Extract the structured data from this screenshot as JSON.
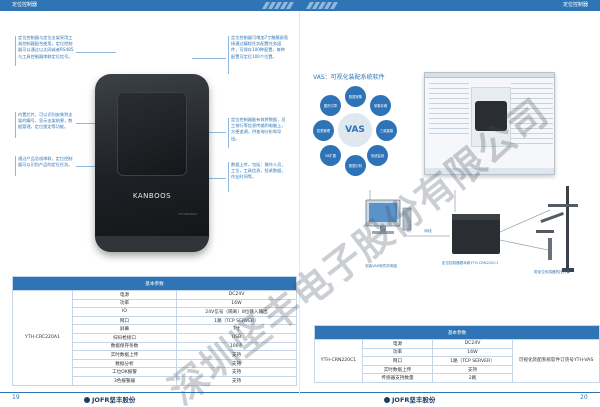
{
  "left_page": {
    "header_title": "定位控制器",
    "annotations": {
      "top_left": "定位控制器与定位支架采用工具控制器配合使用，定位控制器可以通过以太网或者RS485与工具控制器串联定位信号。",
      "middle_left": "内置芯片，可以识别安装到支架的编号，显示支架结果，数据管理，定位锁定等功能。",
      "bottom_left": "通过产品总线串联，定位控制器可以识别产品的定位任务。",
      "top_right": "定位控制器可增加7寸触摸屏直接通过编程任务配置任务组件，可保存100种配置，每种配置可定位100个位置。",
      "middle_right": "定位控制器能有效将数据，员工排行等信息传输到电脑上，方便追溯，供查询分析和导出。",
      "bottom_right": "数据上传，包括：操作人员，工位，工具信息，扭紧数据，作业时间等。"
    },
    "device": {
      "brand": "KANBOOS",
      "model_plate": "YTH-CRC220A1"
    },
    "table": {
      "header": "基本参数",
      "model": "YTH-CRC220A1",
      "rows": [
        {
          "name": "电源",
          "value": "DC24V"
        },
        {
          "name": "功率",
          "value": "16W"
        },
        {
          "name": "IO",
          "value": "24V信号（隔离）8位输入输出"
        },
        {
          "name": "网口",
          "value": "1路（TCP SERVER）"
        },
        {
          "name": "屏幕",
          "value": "7寸"
        },
        {
          "name": "扫码枪接口",
          "value": "USB"
        },
        {
          "name": "数据保存条数",
          "value": "100条"
        },
        {
          "name": "实时数据上传",
          "value": "支持"
        },
        {
          "name": "数据分析",
          "value": "支持"
        },
        {
          "name": "工位OK报警",
          "value": "支持"
        },
        {
          "name": "3色报警器",
          "value": "支持"
        }
      ]
    },
    "page_number": "19",
    "footer_logo": "JOFR坚丰股份"
  },
  "right_page": {
    "header_title": "定位控制器",
    "vas_title": "VAS：可视化装配系统软件",
    "hub": {
      "center": "VAS",
      "nodes": [
        "数据采集",
        "采集存储",
        "三维建模",
        "系统监测",
        "数据分析",
        "V8扩展",
        "权限管理",
        "图形引导"
      ]
    },
    "captions": {
      "pc": "安装VAS软件的电脑",
      "network": "网线",
      "controller": "定位控制器基本款YTH-CRN220C1",
      "sensor": "带定位传感器的扭力臂"
    },
    "table": {
      "header": "基本参数",
      "model": "YTH-CRN220C1",
      "software_note": "可视化装配系统软件订货号YTH-VAS",
      "rows": [
        {
          "name": "电源",
          "value": "DC24V"
        },
        {
          "name": "功率",
          "value": "16W"
        },
        {
          "name": "网口",
          "value": "1路（TCP SERVER）"
        },
        {
          "name": "实时数据上传",
          "value": "支持"
        },
        {
          "name": "传感器支持数量",
          "value": "2路"
        }
      ]
    },
    "page_number": "20",
    "footer_logo": "JOFR坚丰股份"
  },
  "watermark": "深圳坚丰电子股份有限公司",
  "colors": {
    "accent": "#2f75b5",
    "hub": "#2e73b8"
  }
}
